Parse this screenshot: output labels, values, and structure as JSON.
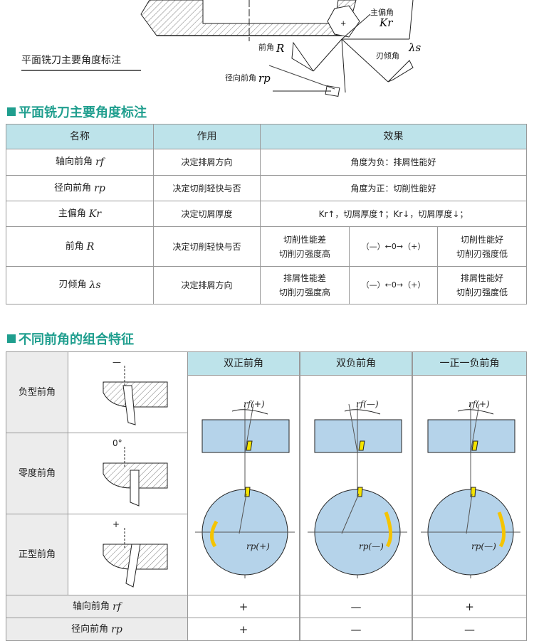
{
  "top_diagram": {
    "caption": "平面铣刀主要角度标注",
    "labels": {
      "kr_cn": "主偏角",
      "kr": "Kr",
      "r_cn": "前角",
      "r": "R",
      "ls_cn": "刃倾角",
      "ls": "λs",
      "rp_cn": "径向前角",
      "rp": "rp"
    }
  },
  "section1": {
    "title": "平面铣刀主要角度标注"
  },
  "table1": {
    "headers": [
      "名称",
      "作用",
      "效果"
    ],
    "rows": [
      {
        "name": "轴向前角",
        "sym": "rf",
        "role": "决定排屑方向",
        "effect": "角度为负：排屑性能好"
      },
      {
        "name": "径向前角",
        "sym": "rp",
        "role": "决定切削轻快与否",
        "effect": "角度为正：切削性能好"
      },
      {
        "name": "主偏角",
        "sym": "Kr",
        "role": "决定切屑厚度",
        "effect": "Kr↑，切屑厚度↑；Kr↓，切屑厚度↓；"
      },
      {
        "name": "前角",
        "sym": "R",
        "role": "决定切削轻快与否",
        "neg": [
          "切削性能差",
          "切削刃强度高"
        ],
        "scale": "（—）←0→（+）",
        "pos": [
          "切削性能好",
          "切削刃强度低"
        ]
      },
      {
        "name": "刃倾角",
        "sym": "λs",
        "role": "决定排屑方向",
        "neg": [
          "排屑性能差",
          "切削刃强度高"
        ],
        "scale": "（—）←0→（+）",
        "pos": [
          "排屑性能好",
          "切削刃强度低"
        ]
      }
    ]
  },
  "section2": {
    "title": "不同前角的组合特征"
  },
  "table2": {
    "headers": [
      "双正前角",
      "双负前角",
      "一正一负前角"
    ],
    "row_labels": [
      "负型前角",
      "零度前角",
      "正型前角"
    ],
    "row_marks": [
      "—",
      "0°",
      "+"
    ],
    "diagram_labels": [
      {
        "rf": "rf(+)",
        "rp": "rp(+)"
      },
      {
        "rf": "rf(—)",
        "rp": "rp(—)"
      },
      {
        "rf": "rf(+)",
        "rp": "rp(—)"
      }
    ],
    "bottom": [
      {
        "label": "轴向前角",
        "sym": "rf",
        "values": [
          "+",
          "—",
          "+"
        ]
      },
      {
        "label": "径向前角",
        "sym": "rp",
        "values": [
          "+",
          "—",
          "—"
        ]
      }
    ]
  },
  "colors": {
    "accent": "#1f9e8e",
    "header_bg": "#bde3ea",
    "body_blue": "#b5d3ea",
    "insert": "#f5e400"
  }
}
